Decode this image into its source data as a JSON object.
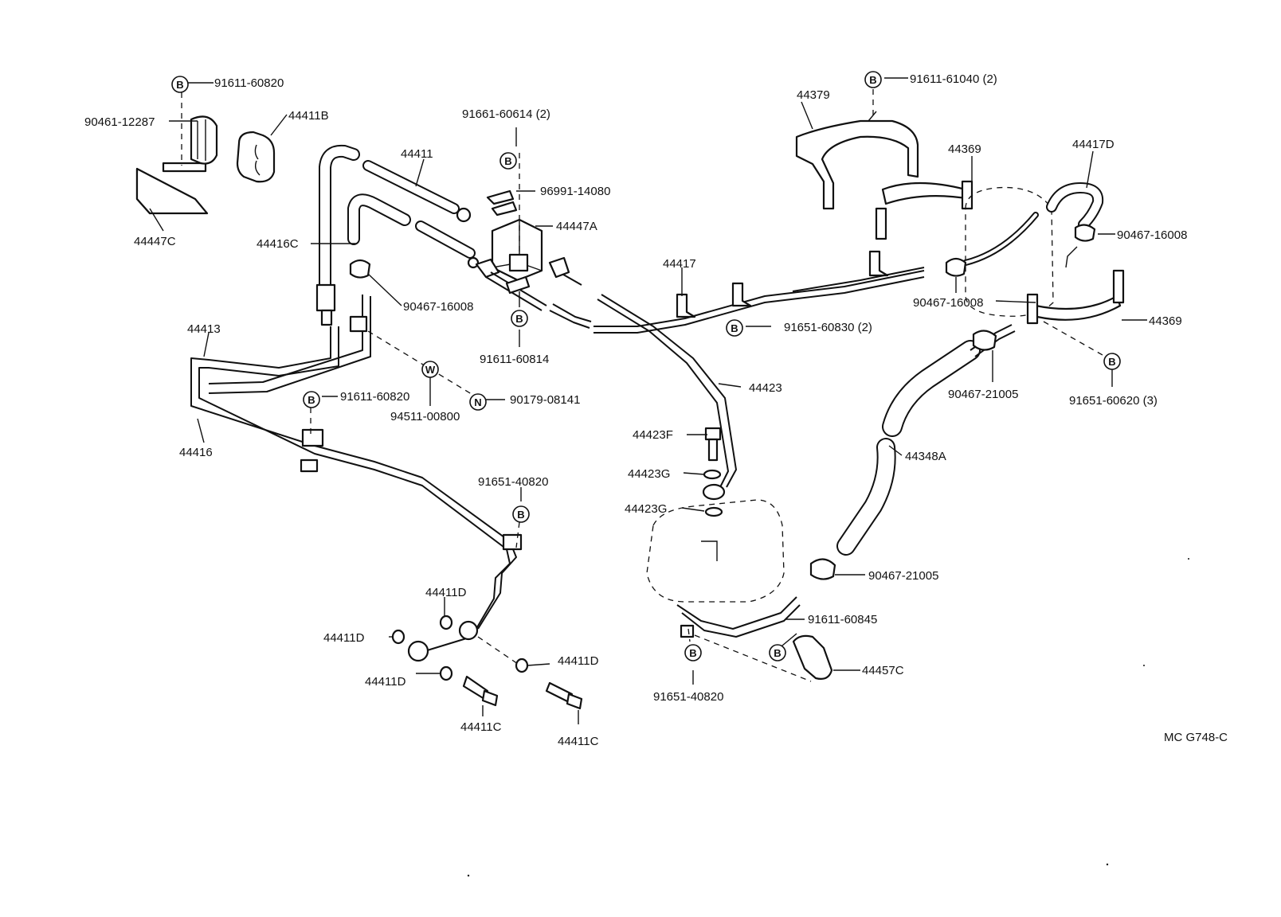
{
  "labels": {
    "b_91611_60820_top": "91611-60820",
    "p_90461_12287": "90461-12287",
    "p_44411B": "44411B",
    "p_44447C": "44447C",
    "p_91661_60614": "91661-60614 (2)",
    "p_44411": "44411",
    "p_96991_14080": "96991-14080",
    "p_44447A": "44447A",
    "p_44416C": "44416C",
    "p_90467_16008_left": "90467-16008",
    "p_91611_60814": "91611-60814",
    "p_44413": "44413",
    "p_91611_60820_mid": "91611-60820",
    "p_94511_00800": "94511-00800",
    "p_90179_08141": "90179-08141",
    "p_44416": "44416",
    "p_91651_40820_left": "91651-40820",
    "p_44411D_a": "44411D",
    "p_44411D_b": "44411D",
    "p_44411D_c": "44411D",
    "p_44411D_d": "44411D",
    "p_44411C_a": "44411C",
    "p_44411C_b": "44411C",
    "p_44379": "44379",
    "p_91611_61040": "91611-61040 (2)",
    "p_44369_top": "44369",
    "p_44417D": "44417D",
    "p_90467_16008_right": "90467-16008",
    "p_44417": "44417",
    "p_90467_16008_mid": "90467-16008",
    "p_91651_60830": "91651-60830 (2)",
    "p_44369_bottom": "44369",
    "p_44423": "44423",
    "p_90467_21005_top": "90467-21005",
    "p_91651_60620": "91651-60620 (3)",
    "p_44423F": "44423F",
    "p_44423G_a": "44423G",
    "p_44423G_b": "44423G",
    "p_44348A": "44348A",
    "p_90467_21005_bottom": "90467-21005",
    "p_91611_60845": "91611-60845",
    "p_44457C": "44457C",
    "p_91651_40820_bottom": "91651-40820",
    "footer_code": "MC G748-C"
  },
  "badges": {
    "B": "B",
    "W": "W",
    "N": "N"
  }
}
